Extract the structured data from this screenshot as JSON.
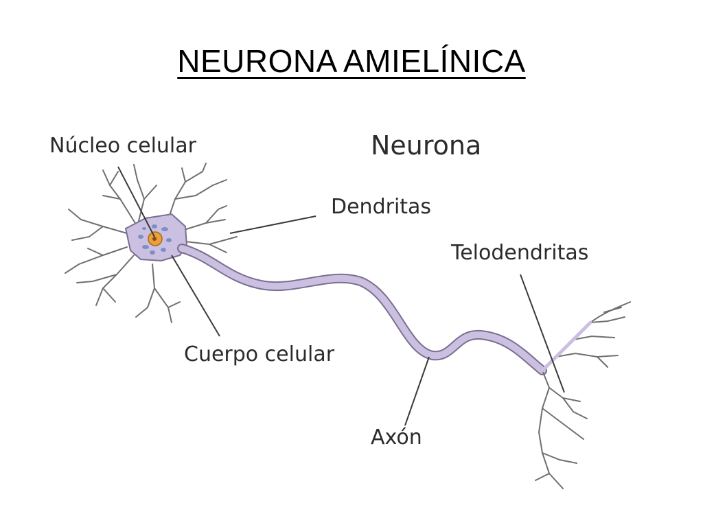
{
  "slide": {
    "title": "NEURONA AMIELÍNICA"
  },
  "diagram": {
    "heading": "Neurona",
    "labels": {
      "nucleus": "Núcleo celular",
      "dendrites": "Dendritas",
      "telodendrites": "Telodendritas",
      "cell_body": "Cuerpo celular",
      "axon": "Axón"
    },
    "colors": {
      "membrane_fill": "#cbbfe2",
      "membrane_stroke": "#7a6f8e",
      "nucleus_fill": "#e8a13a",
      "organelle_fill": "#7b8fc4",
      "branch_stroke": "#6f6f6f",
      "leader_line": "#3a3a3a"
    }
  }
}
